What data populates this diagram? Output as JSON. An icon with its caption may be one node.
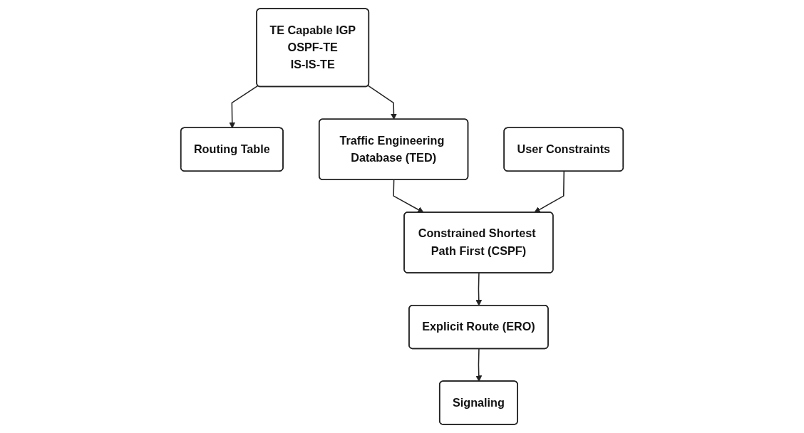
{
  "diagram": {
    "nodes": [
      {
        "text": [
          "TE Capable IGP",
          "OSPF-TE",
          "IS-IS-TE"
        ]
      },
      {
        "text": [
          "Routing Table"
        ]
      },
      {
        "text": [
          "Traffic Engineering Database (TED)"
        ]
      },
      {
        "text": [
          "Constrained Shortest Path First (CSPF)"
        ]
      },
      {
        "text": [
          "User Constraints"
        ]
      },
      {
        "text": [
          "Explicit Route (ERO)"
        ]
      },
      {
        "text": [
          "Signaling"
        ]
      }
    ],
    "edges": [
      {
        "from": 0,
        "to": 1,
        "arrow": "to"
      },
      {
        "from": 0,
        "to": 2,
        "arrow": "to"
      },
      {
        "from": 2,
        "to": 3,
        "arrow": "to"
      },
      {
        "from": 4,
        "to": 3,
        "arrow": "to"
      },
      {
        "from": 3,
        "to": 5,
        "arrow": "to"
      },
      {
        "from": 5,
        "to": 6,
        "arrow": "to"
      }
    ]
  }
}
